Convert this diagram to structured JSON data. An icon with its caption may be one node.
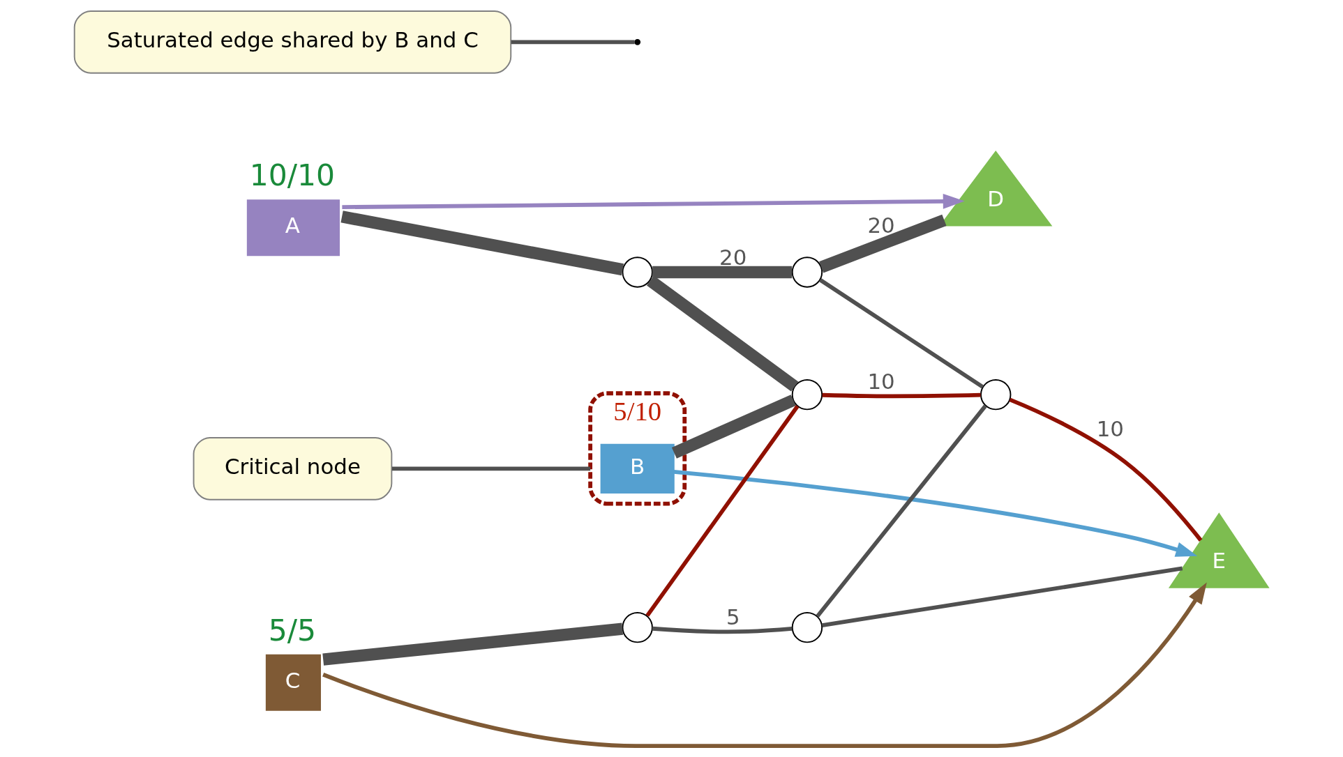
{
  "diagram": {
    "nodes": [
      {
        "text": [
          "A"
        ],
        "beside": [
          "10/10"
        ]
      },
      {
        "text": [
          "5/10"
        ]
      },
      {
        "text": [
          "B"
        ],
        "in": 1
      },
      {
        "text": [
          "C"
        ],
        "beside": [
          "5/5"
        ]
      },
      {
        "text": [
          "D"
        ]
      },
      {
        "text": [
          "E"
        ]
      },
      {
        "text": [],
        "shape": "circle"
      },
      {
        "text": [],
        "shape": "circle"
      },
      {
        "text": [],
        "shape": "circle"
      },
      {
        "text": [],
        "shape": "circle"
      },
      {
        "text": [],
        "shape": "circle"
      },
      {
        "text": [],
        "shape": "circle"
      },
      {
        "text": [
          "Critical node"
        ]
      },
      {
        "text": [
          "Saturated edge shared by B and C"
        ]
      }
    ],
    "edges": [
      {
        "from": 0,
        "to": 7,
        "arrow": "none",
        "style": "thick"
      },
      {
        "from": 7,
        "to": 11,
        "arrow": "none",
        "style": "thick",
        "label": "20"
      },
      {
        "from": 11,
        "to": 4,
        "arrow": "none",
        "style": "thick",
        "label": "20"
      },
      {
        "from": 7,
        "to": 8,
        "arrow": "none",
        "style": "thick"
      },
      {
        "from": 11,
        "to": 10,
        "arrow": "none"
      },
      {
        "from": 2,
        "to": 8,
        "arrow": "none",
        "style": "thick"
      },
      {
        "from": 3,
        "to": 6,
        "arrow": "none",
        "style": "thick"
      },
      {
        "from": 6,
        "to": 9,
        "arrow": "none",
        "label": "5"
      },
      {
        "from": 9,
        "to": 10,
        "arrow": "none"
      },
      {
        "from": 9,
        "to": 5,
        "arrow": "none"
      },
      {
        "from": 6,
        "to": 8,
        "arrow": "none",
        "color": "#901000"
      },
      {
        "from": 8,
        "to": 10,
        "arrow": "none",
        "color": "#901000",
        "label": "10"
      },
      {
        "from": 10,
        "to": 5,
        "arrow": "none",
        "color": "#901000",
        "label": "10"
      },
      {
        "from": 0,
        "to": 4,
        "arrow": "to",
        "color": "#9683c0"
      },
      {
        "from": 2,
        "to": 5,
        "arrow": "to",
        "color": "#55a0d0"
      },
      {
        "from": 3,
        "to": 5,
        "arrow": "to",
        "color": "#7f5a35"
      },
      {
        "from": 12,
        "to": 1,
        "arrow": "none"
      },
      {
        "from": 13,
        "to": null,
        "arrow": "none"
      }
    ]
  }
}
